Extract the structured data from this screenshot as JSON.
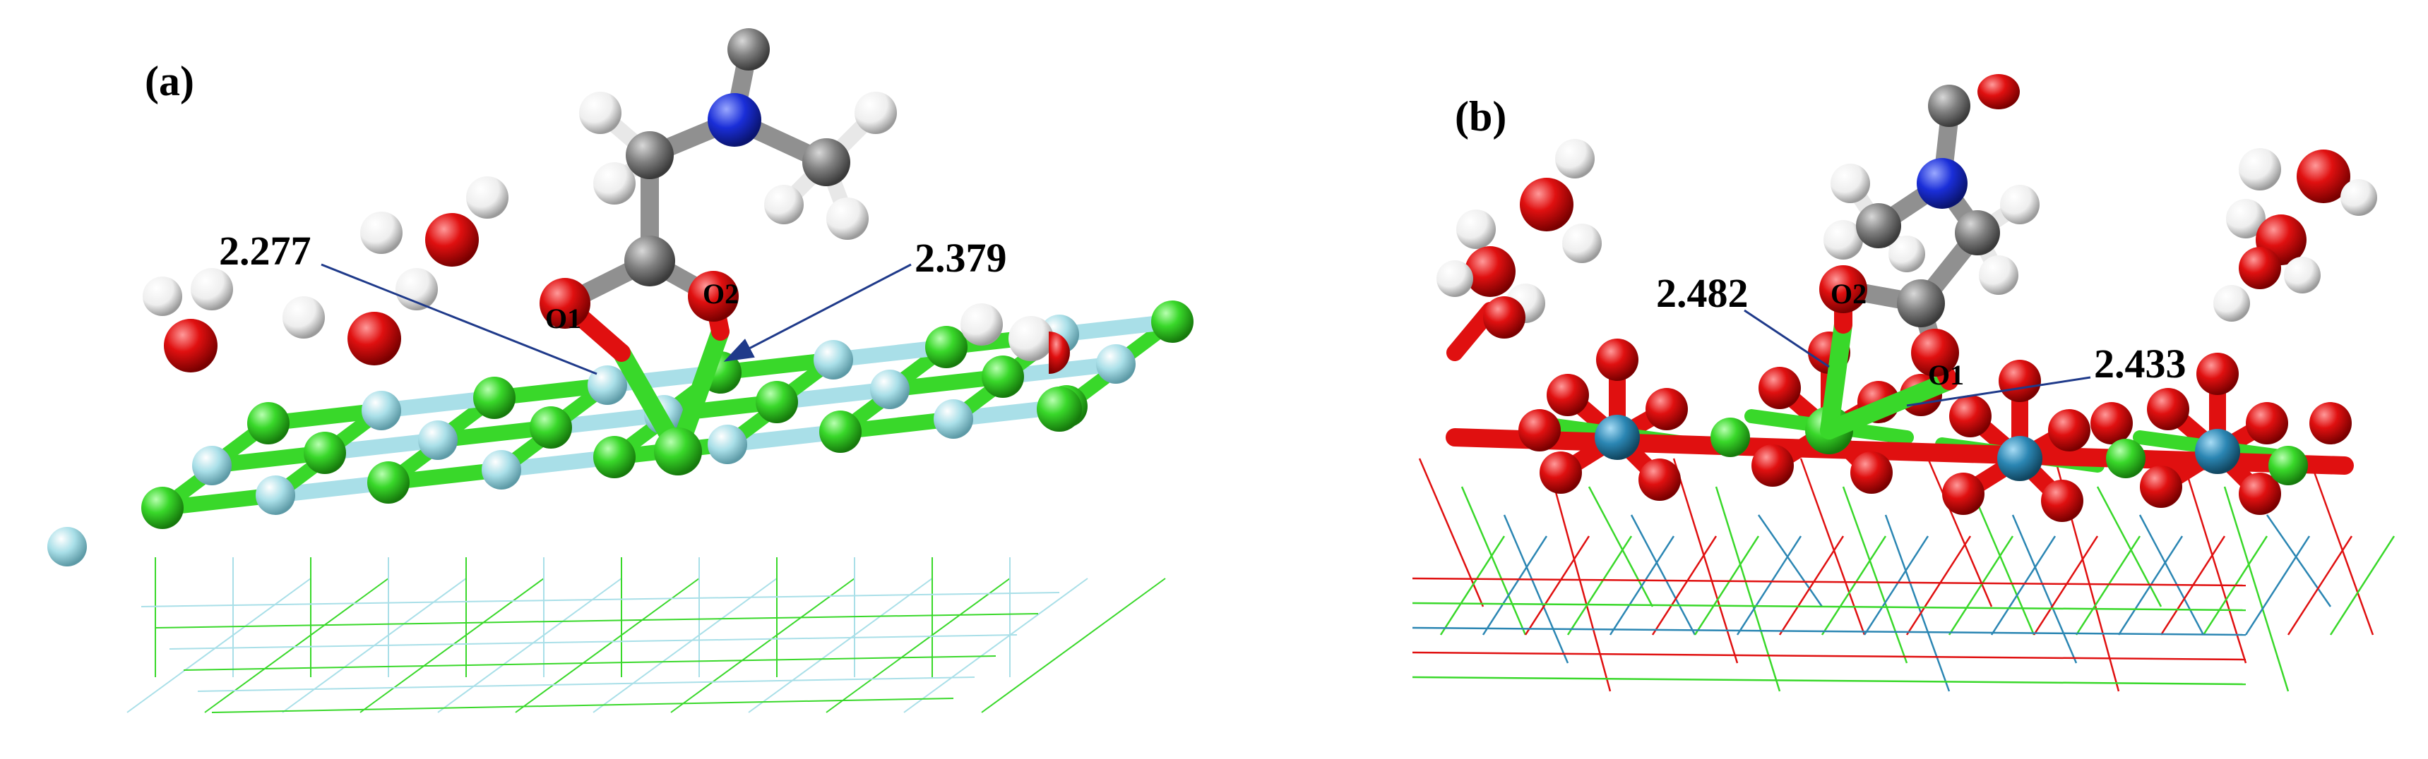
{
  "figure": {
    "panel_a": {
      "label": "(a)",
      "distances": [
        "2.277",
        "2.379"
      ],
      "atom_labels": [
        "O1",
        "O2"
      ]
    },
    "panel_b": {
      "label": "(b)",
      "distances": [
        "2.482",
        "2.433"
      ],
      "atom_labels": [
        "O2",
        "O1"
      ]
    }
  },
  "colors": {
    "calcium_green": "#39d82a",
    "fluorine_cyan": "#a9dfe8",
    "oxygen_red": "#e01010",
    "hydrogen_white": "#f2f2f2",
    "carbon_gray": "#808080",
    "nitrogen_blue": "#1a2ed8",
    "silicon_blue": "#2b86b3",
    "pointer_line": "#1f3a8a"
  }
}
